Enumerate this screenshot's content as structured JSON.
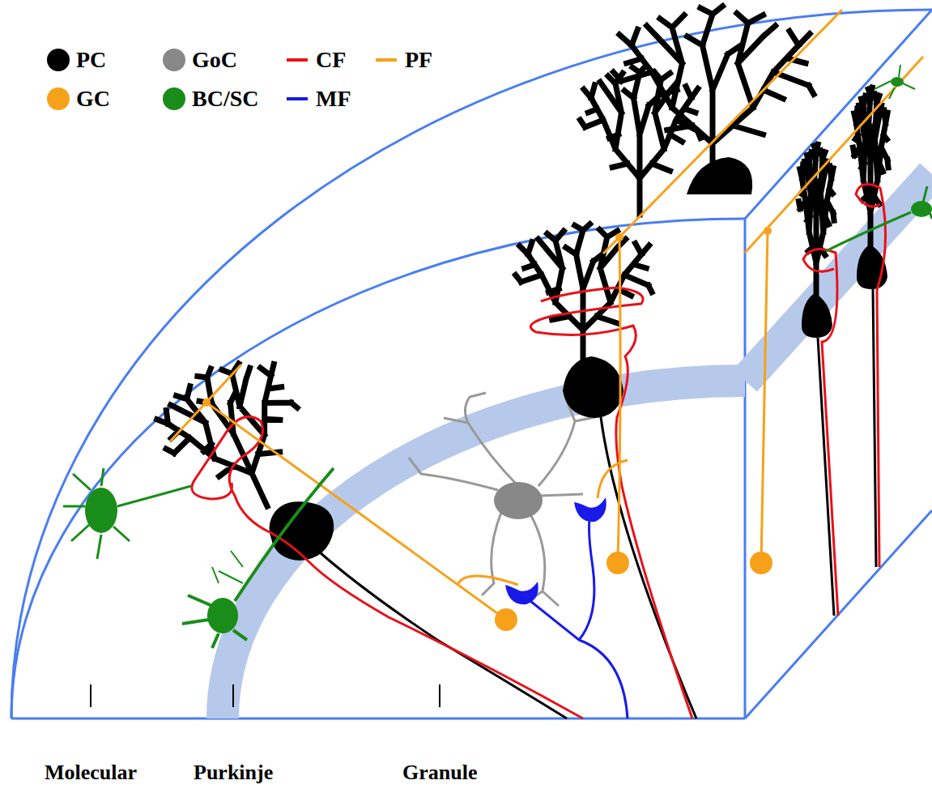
{
  "diagram": {
    "labels": [
      "Molecular",
      "Purkinje",
      "Granule"
    ],
    "legend": [
      {
        "text": "PC",
        "color": "#000000"
      },
      {
        "text": "GoC",
        "color": "#888888"
      },
      {
        "text": "CF"
      },
      {
        "text": "PF"
      },
      {
        "text": "GC",
        "color": "#f7a11a"
      },
      {
        "text": "BC/SC",
        "color": "#1a8c1a"
      },
      {
        "text": "MF"
      }
    ]
  }
}
